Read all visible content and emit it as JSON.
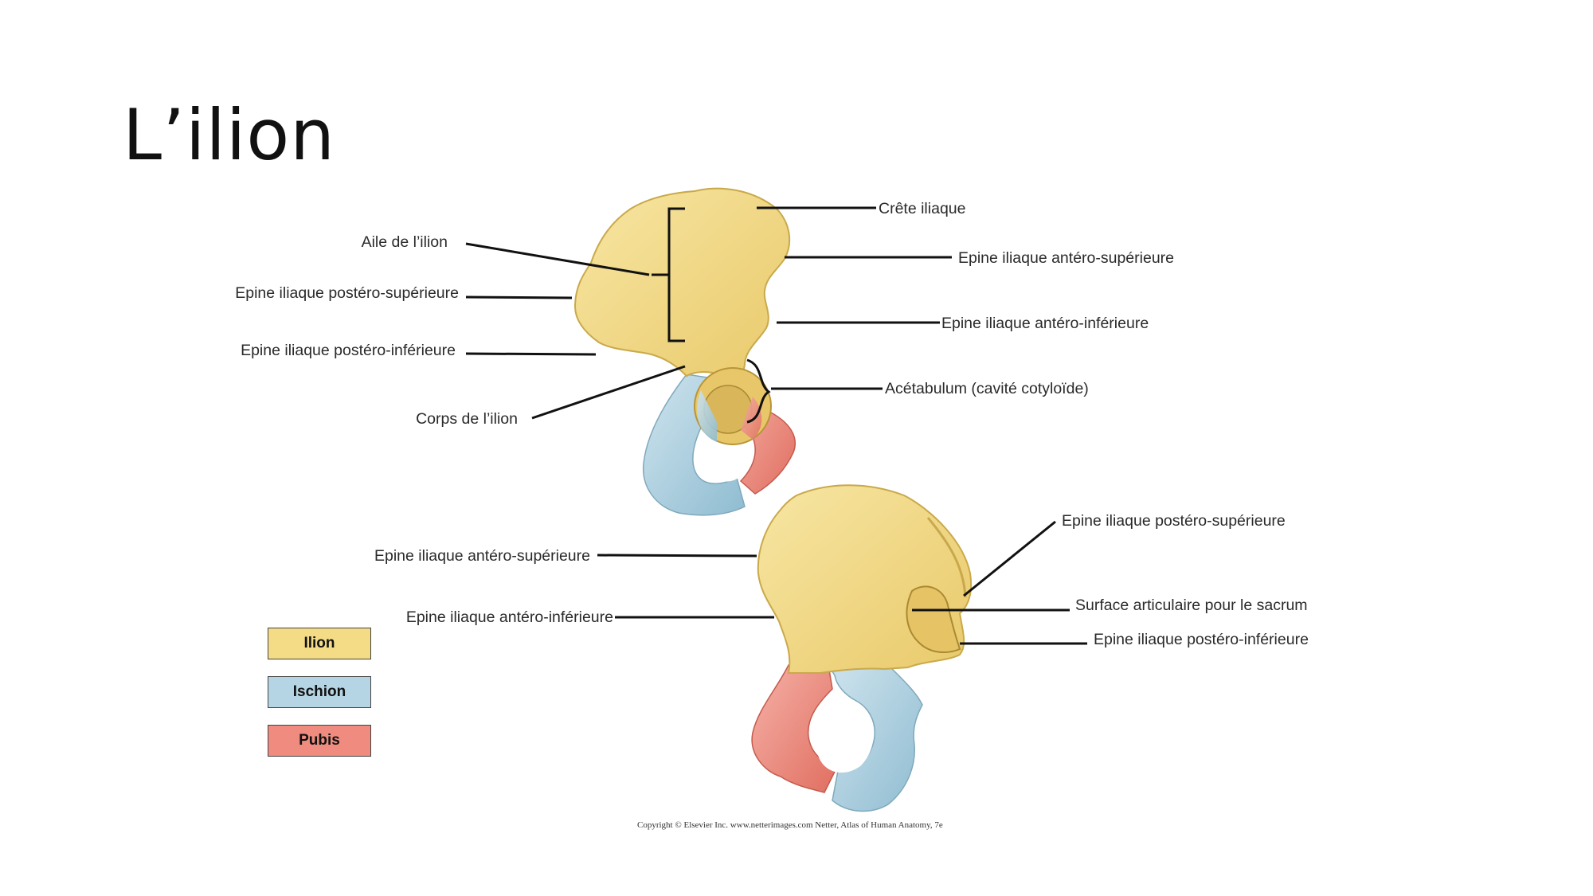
{
  "title": "L’ilion",
  "colors": {
    "ilion": "#f4dc86",
    "ischion": "#b6d5e4",
    "pubis": "#ef8c7f",
    "bone_edge": "#c9a94a"
  },
  "top_view_labels": {
    "crete": "Crête iliaque",
    "aile": "Aile de l’ilion",
    "eias": "Epine iliaque antéro-supérieure",
    "eips": "Epine iliaque postéro-supérieure",
    "eiai": "Epine iliaque antéro-inférieure",
    "eipi": "Epine iliaque postéro-inférieure",
    "acetabulum": "Acétabulum (cavité cotyloïde)",
    "corps": "Corps de l’ilion"
  },
  "bottom_view_labels": {
    "eips": "Epine iliaque postéro-supérieure",
    "eias": "Epine iliaque antéro-supérieure",
    "surface": "Surface articulaire pour le sacrum",
    "eiai": "Epine iliaque antéro-inférieure",
    "eipi": "Epine iliaque postéro-inférieure"
  },
  "legend": [
    {
      "label": "Ilion",
      "color": "#f4dc86"
    },
    {
      "label": "Ischion",
      "color": "#b6d5e4"
    },
    {
      "label": "Pubis",
      "color": "#ef8c7f"
    }
  ],
  "copyright": "Copyright © Elsevier Inc. www.netterimages.com Netter, Atlas of Human Anatomy, 7e"
}
